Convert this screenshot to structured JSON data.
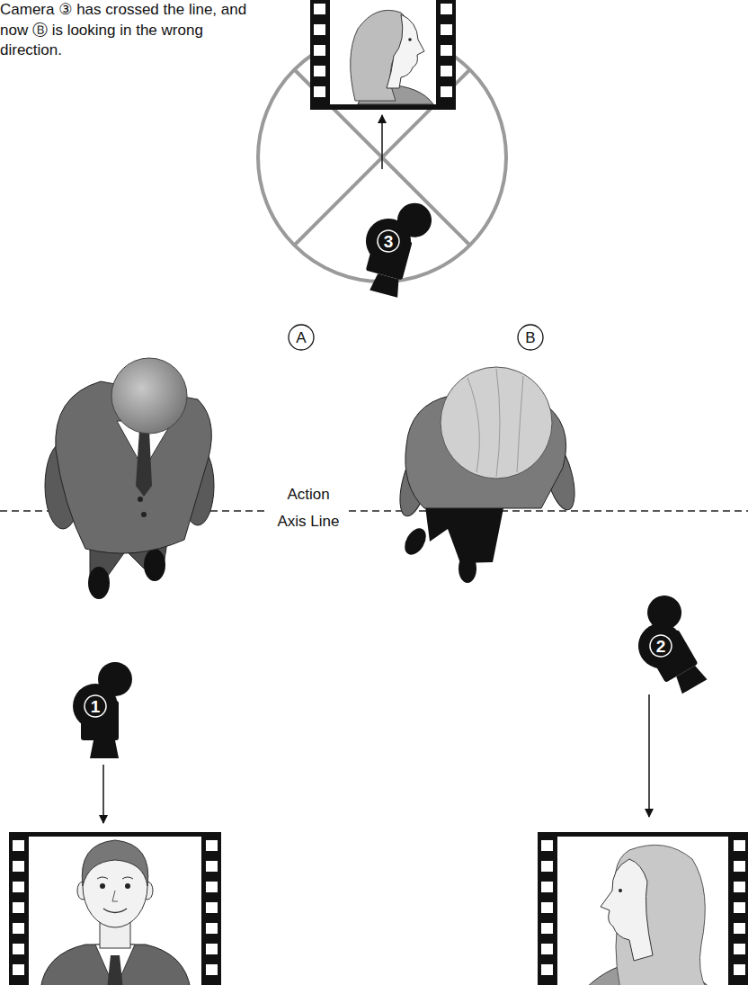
{
  "diagram": {
    "labels": [
      "Camera ③ has crossed the line, and now Ⓑ is looking in the wrong direction.",
      "3",
      "A",
      "B",
      "Action Axis Line",
      "1",
      "2"
    ]
  }
}
